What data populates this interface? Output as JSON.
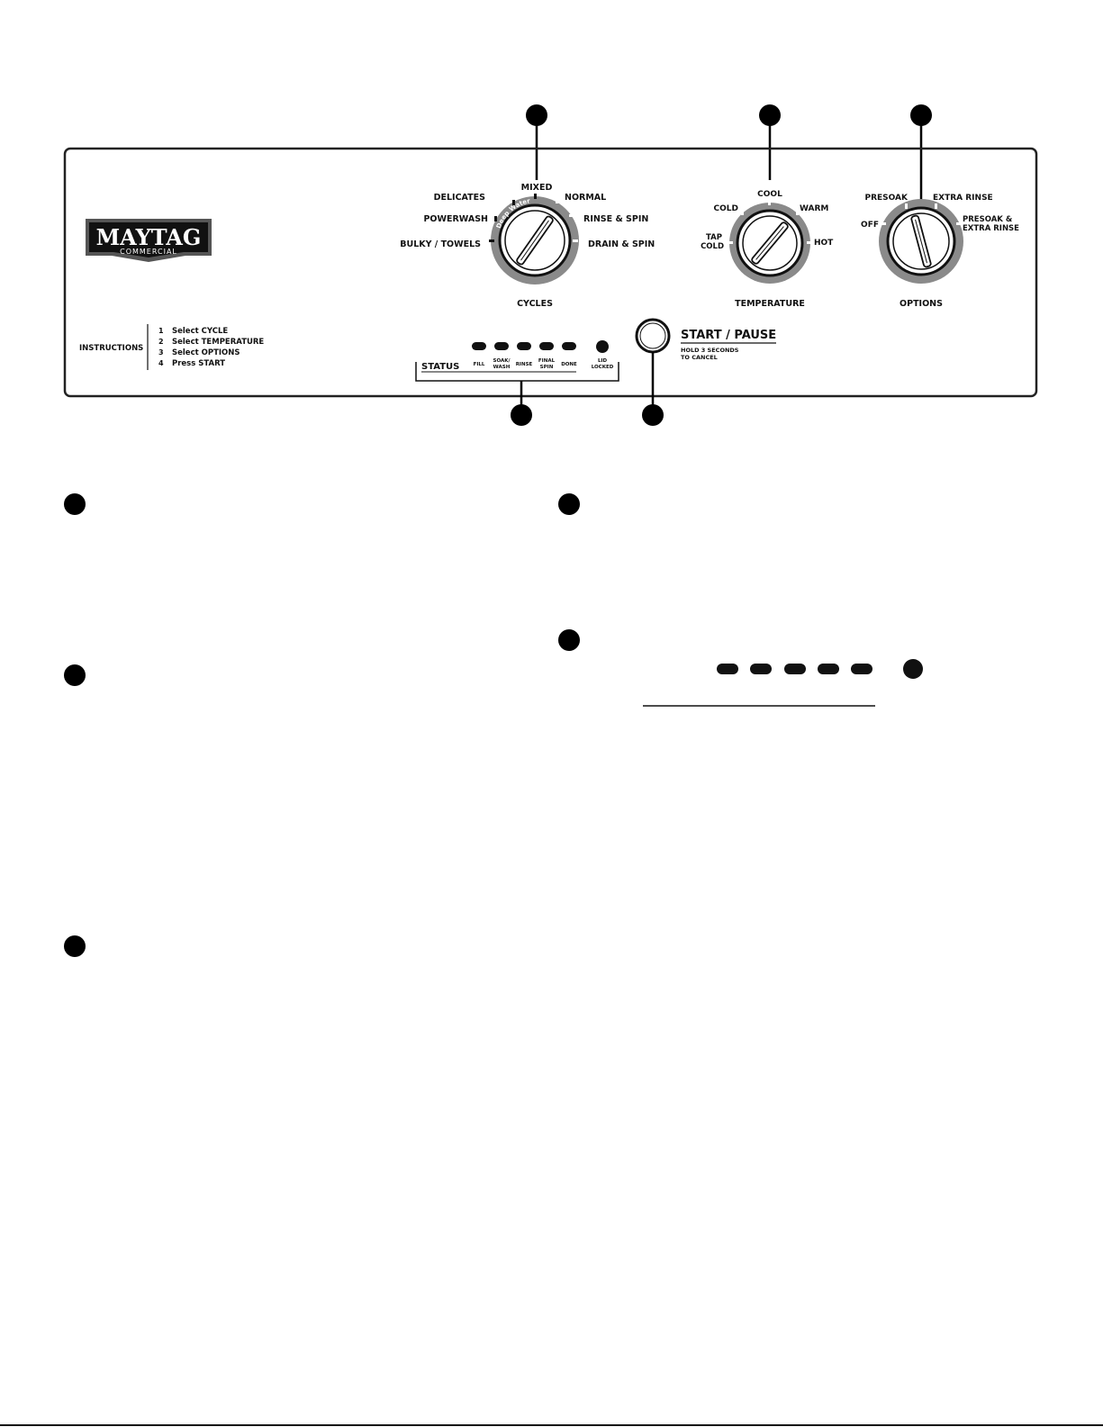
{
  "brand": {
    "name": "MAYTAG",
    "sub": "COMMERCIAL"
  },
  "instructions": {
    "label": "INSTRUCTIONS",
    "steps": [
      {
        "num": "1",
        "text": "Select CYCLE"
      },
      {
        "num": "2",
        "text": "Select TEMPERATURE"
      },
      {
        "num": "3",
        "text": "Select OPTIONS"
      },
      {
        "num": "4",
        "text": "Press START"
      }
    ]
  },
  "cycles": {
    "title": "CYCLES",
    "ring_label": "Deep Water",
    "options": [
      "DELICATES",
      "MIXED",
      "NORMAL",
      "POWERWASH",
      "RINSE & SPIN",
      "BULKY / TOWELS",
      "DRAIN & SPIN"
    ]
  },
  "temperature": {
    "title": "TEMPERATURE",
    "options": [
      "COOL",
      "COLD",
      "WARM",
      "TAP",
      "COLD",
      "HOT"
    ]
  },
  "options": {
    "title": "OPTIONS",
    "items": [
      "PRESOAK",
      "EXTRA RINSE",
      "OFF",
      "PRESOAK &",
      "EXTRA RINSE"
    ]
  },
  "status": {
    "title": "STATUS",
    "lights": [
      {
        "line1": "FILL",
        "line2": ""
      },
      {
        "line1": "SOAK/",
        "line2": "WASH"
      },
      {
        "line1": "RINSE",
        "line2": ""
      },
      {
        "line1": "FINAL",
        "line2": "SPIN"
      },
      {
        "line1": "DONE",
        "line2": ""
      }
    ],
    "lid": {
      "line1": "LID",
      "line2": "LOCKED"
    }
  },
  "start": {
    "label": "START / PAUSE",
    "hint1": "HOLD 3 SECONDS",
    "hint2": "TO CANCEL"
  },
  "colors": {
    "ring": "#8a8a8a",
    "ink": "#111111",
    "panel_border": "#222222"
  }
}
